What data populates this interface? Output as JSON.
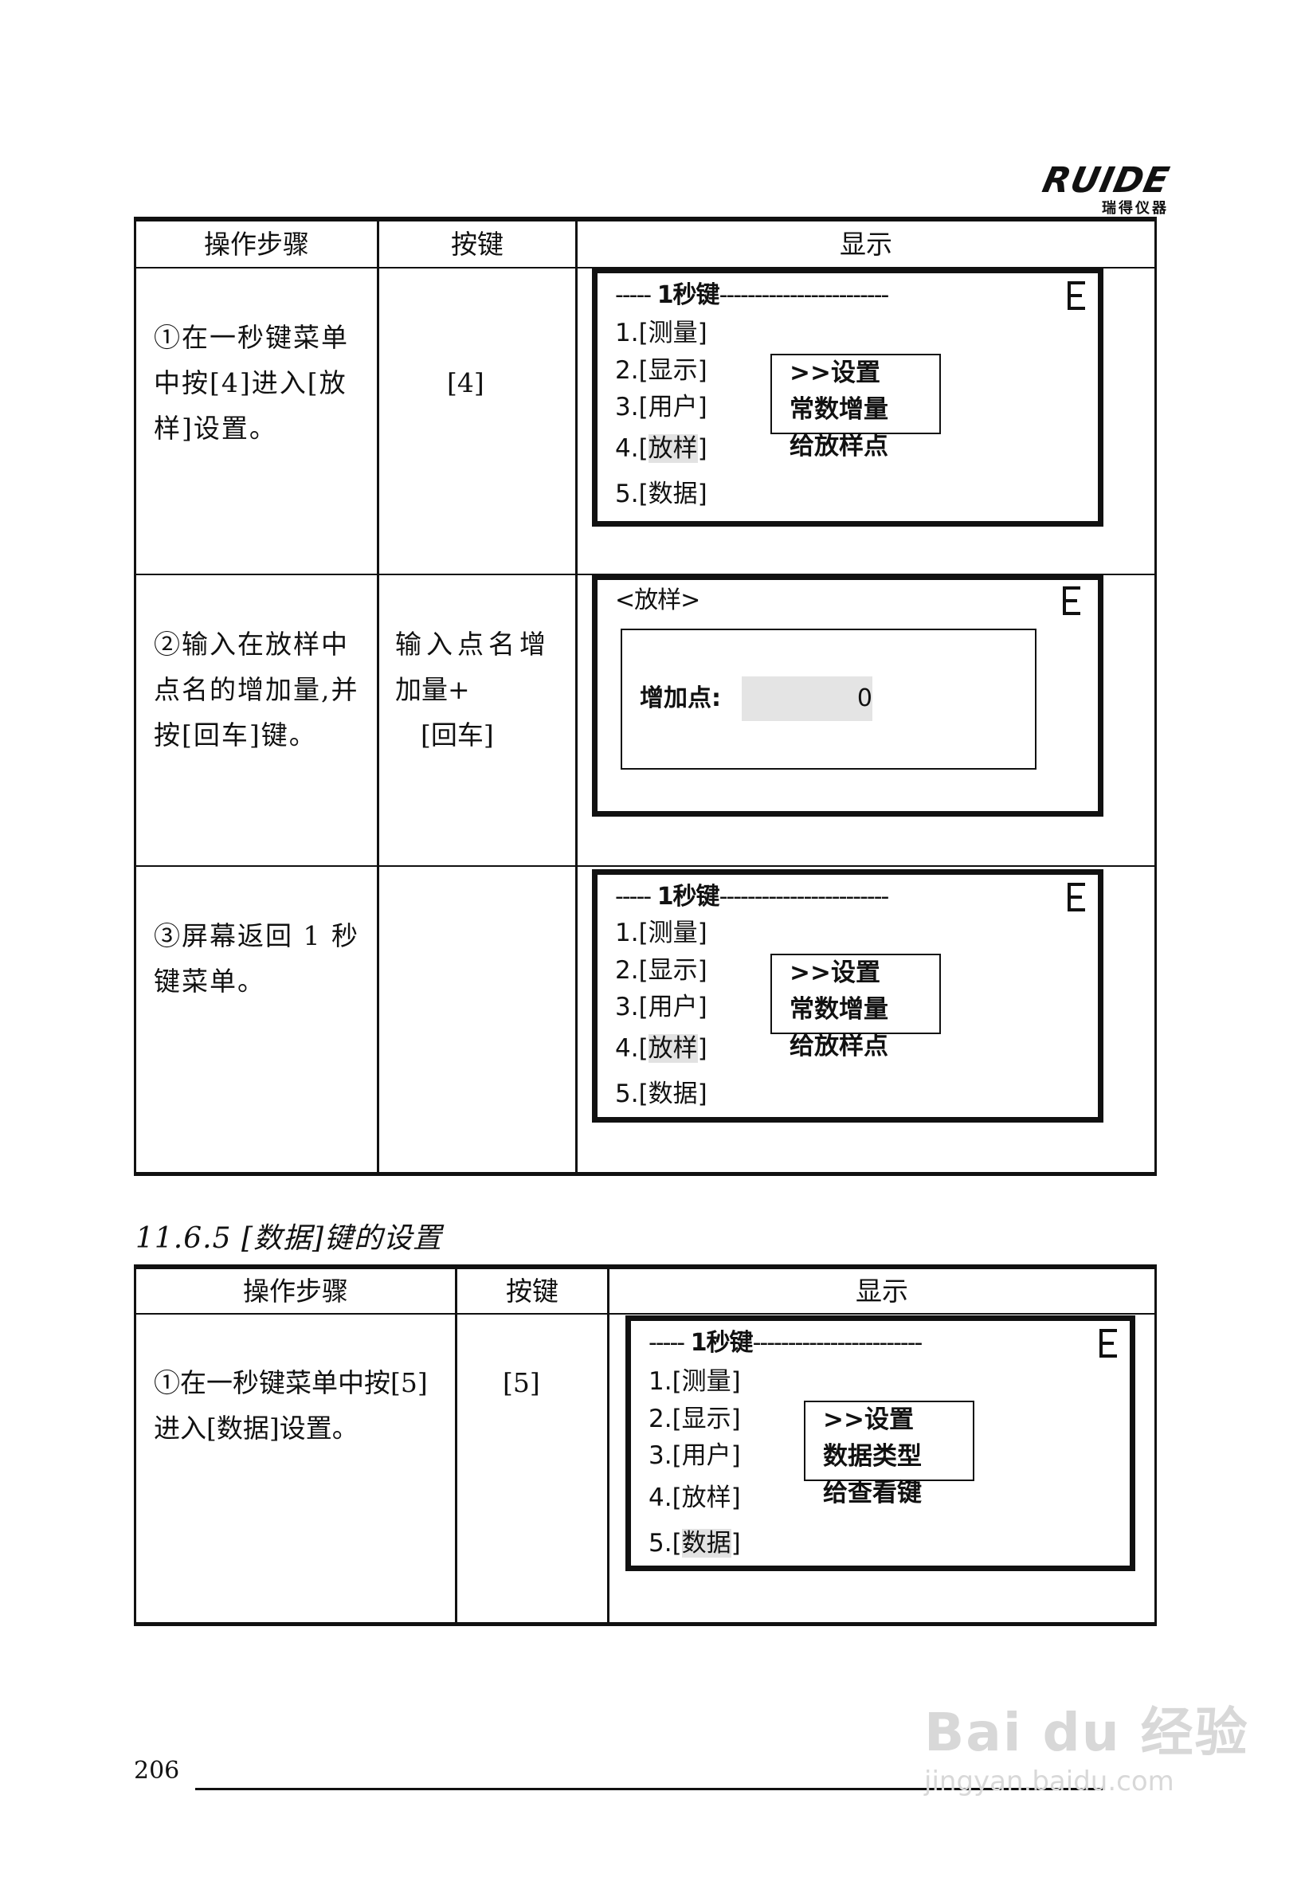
{
  "header": {
    "logo_text": "RUIDE",
    "logo_subtitle": "瑞得仪器"
  },
  "table1": {
    "columns": [
      "操作步骤",
      "按键",
      "显示"
    ],
    "rows": [
      {
        "step_lines": [
          "①在一秒键菜单",
          "中按[4]进入[放",
          "样]设置。"
        ],
        "key_lines": [
          "[4]"
        ],
        "screen": {
          "title_prefix": "-----",
          "title": "1秒键",
          "title_suffix": "------------------------",
          "menu": [
            "1.[测量]",
            "2.[显示]",
            "3.[用户]",
            "4.[放样]",
            "5.[数据]"
          ],
          "highlighted_index": 3,
          "popup": [
            ">>设置",
            "常数增量",
            "给放样点"
          ]
        }
      },
      {
        "step_lines": [
          "②输入在放样中",
          "点名的增加量,并",
          "按[回车]键。"
        ],
        "key_lines": [
          "输入点名增",
          "加量+",
          "[回车]"
        ],
        "screen": {
          "title": "<放样>",
          "field_label": "增加点:",
          "field_value": "0"
        }
      },
      {
        "step_lines": [
          "③屏幕返回 1 秒",
          "键菜单。"
        ],
        "key_lines": [],
        "screen": {
          "title_prefix": "-----",
          "title": "1秒键",
          "title_suffix": "------------------------",
          "menu": [
            "1.[测量]",
            "2.[显示]",
            "3.[用户]",
            "4.[放样]",
            "5.[数据]"
          ],
          "highlighted_index": 3,
          "popup": [
            ">>设置",
            "常数增量",
            "给放样点"
          ]
        }
      }
    ]
  },
  "section": {
    "heading": "11.6.5 [数据]键的设置"
  },
  "table2": {
    "columns": [
      "操作步骤",
      "按键",
      "显示"
    ],
    "rows": [
      {
        "step_lines": [
          "①在一秒键菜单中按[5]",
          "进入[数据]设置。"
        ],
        "key_lines": [
          "[5]"
        ],
        "screen": {
          "title_prefix": "-----",
          "title": "1秒键",
          "title_suffix": "------------------------",
          "menu": [
            "1.[测量]",
            "2.[显示]",
            "3.[用户]",
            "4.[放样]",
            "5.[数据]"
          ],
          "highlighted_index": 4,
          "popup": [
            ">>设置",
            "数据类型",
            "给查看键"
          ]
        }
      }
    ]
  },
  "footer": {
    "page_number": "206"
  },
  "watermark": {
    "brand": "Bai du 经验",
    "url": "jingyan.baidu.com"
  },
  "colors": {
    "ink": "#111111",
    "highlight": "#e2e2e2",
    "watermark": "#d8d8d8"
  }
}
